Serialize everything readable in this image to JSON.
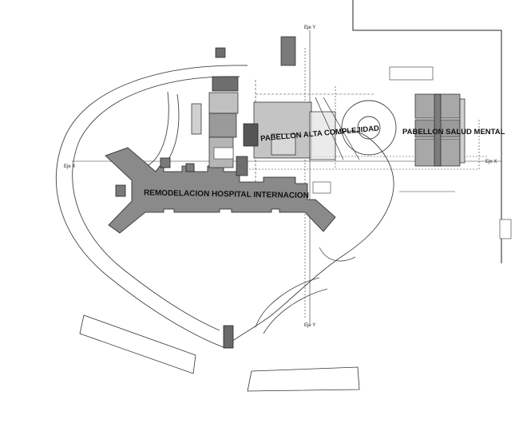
{
  "labels": {
    "hospital": "REMODELACION HOSPITAL INTERNACION",
    "alta_complejidad": "PABELLON ALTA COMPLEJIDAD",
    "salud_mental": "PABELLON SALUD MENTAL"
  },
  "axes": {
    "north": "Eje Y",
    "south": "Eje Y",
    "west": "Eje X",
    "east": "Eje X"
  },
  "colors": {
    "ink": "#1a1a1a",
    "fill_dark": "#7a7a7a",
    "fill_mid": "#9a9a9a",
    "fill_light": "#c8c8c8"
  }
}
